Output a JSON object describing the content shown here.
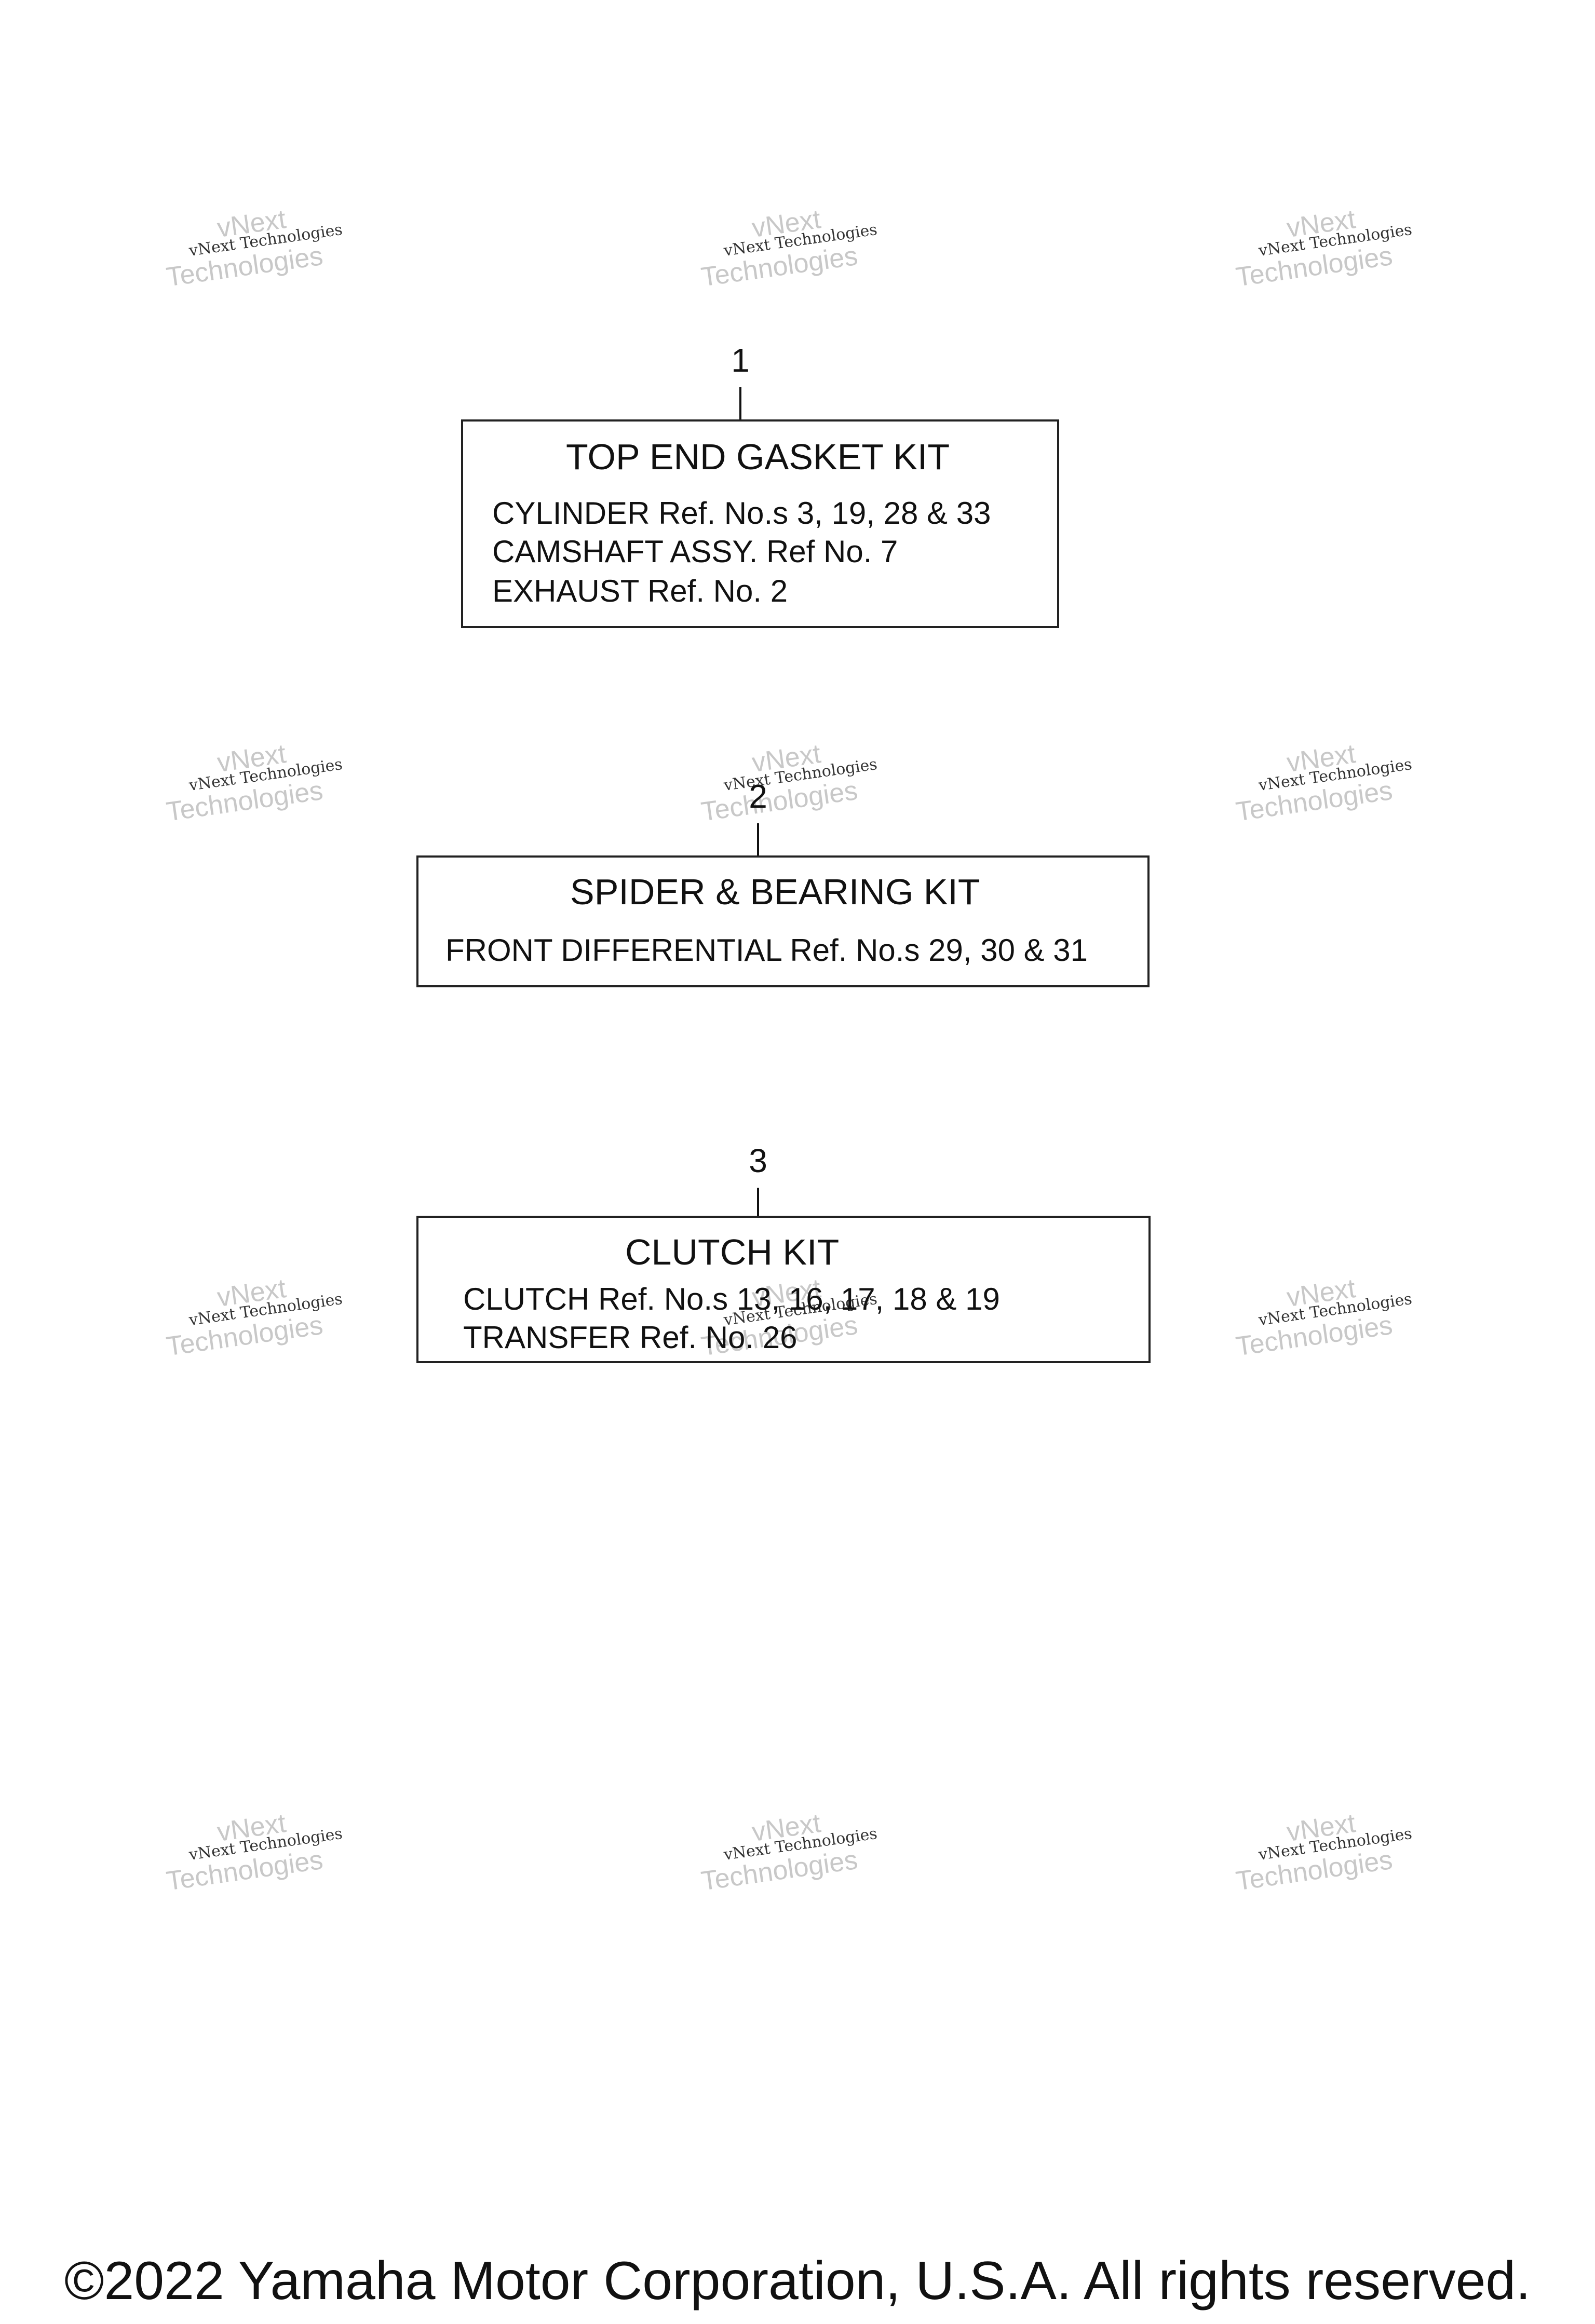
{
  "watermark": {
    "line1": "vNext",
    "line2": "vNext Technologies",
    "line3": "Technologies"
  },
  "kits": [
    {
      "ref": "1",
      "title": "TOP END GASKET KIT",
      "lines": [
        "CYLINDER  Ref. No.s  3, 19, 28 & 33",
        "CAMSHAFT ASSY.  Ref No.  7",
        "EXHAUST  Ref. No.  2"
      ]
    },
    {
      "ref": "2",
      "title": "SPIDER & BEARING KIT",
      "lines": [
        "FRONT DIFFERENTIAL  Ref. No.s  29, 30 & 31"
      ]
    },
    {
      "ref": "3",
      "title": "CLUTCH KIT",
      "lines": [
        "CLUTCH  Ref. No.s  13, 16, 17, 18 & 19",
        "TRANSFER  Ref. No.  26"
      ]
    }
  ],
  "footer": "©2022 Yamaha Motor Corporation, U.S.A. All rights reserved."
}
